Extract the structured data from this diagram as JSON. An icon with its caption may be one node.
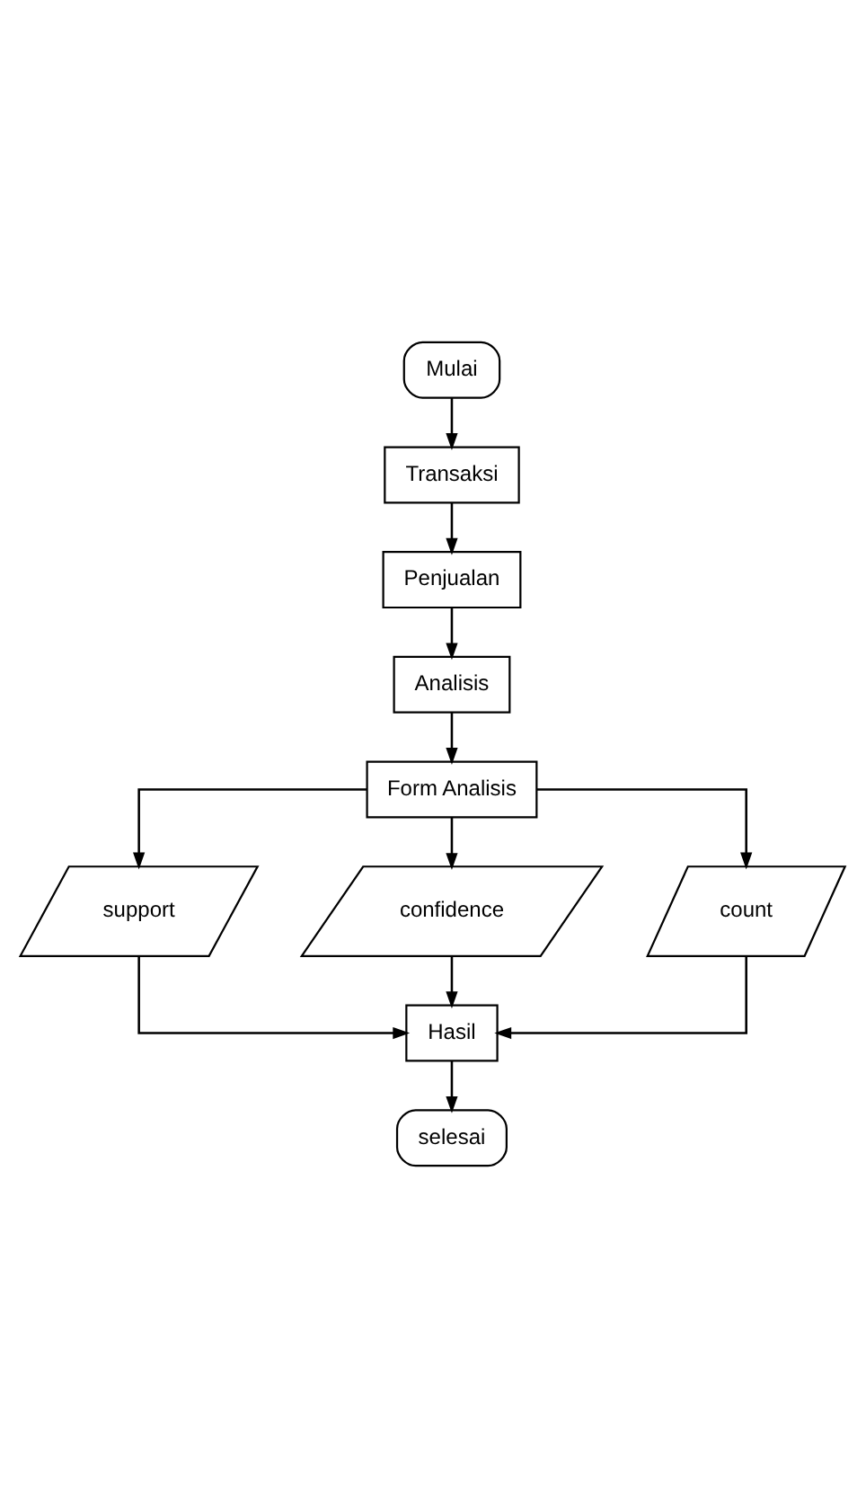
{
  "diagram": {
    "nodes": [
      {
        "text": [
          "Mulai"
        ]
      },
      {
        "text": [
          "Transaksi"
        ]
      },
      {
        "text": [
          "Penjualan"
        ]
      },
      {
        "text": [
          "Analisis"
        ]
      },
      {
        "text": [
          "Form Analisis"
        ]
      },
      {
        "text": [
          "support"
        ]
      },
      {
        "text": [
          "confidence"
        ]
      },
      {
        "text": [
          "count"
        ]
      },
      {
        "text": [
          "Hasil"
        ]
      },
      {
        "text": [
          "selesai"
        ]
      }
    ],
    "edges": [
      {
        "from": 0,
        "to": 1,
        "arrow": "to"
      },
      {
        "from": 1,
        "to": 2,
        "arrow": "to"
      },
      {
        "from": 2,
        "to": 3,
        "arrow": "to"
      },
      {
        "from": 3,
        "to": 4,
        "arrow": "to"
      },
      {
        "from": 4,
        "to": 5,
        "arrow": "to"
      },
      {
        "from": 4,
        "to": 6,
        "arrow": "to"
      },
      {
        "from": 4,
        "to": 7,
        "arrow": "to"
      },
      {
        "from": 5,
        "to": 8,
        "arrow": "to"
      },
      {
        "from": 6,
        "to": 8,
        "arrow": "to"
      },
      {
        "from": 7,
        "to": 8,
        "arrow": "to"
      },
      {
        "from": 8,
        "to": 9,
        "arrow": "to"
      }
    ]
  }
}
